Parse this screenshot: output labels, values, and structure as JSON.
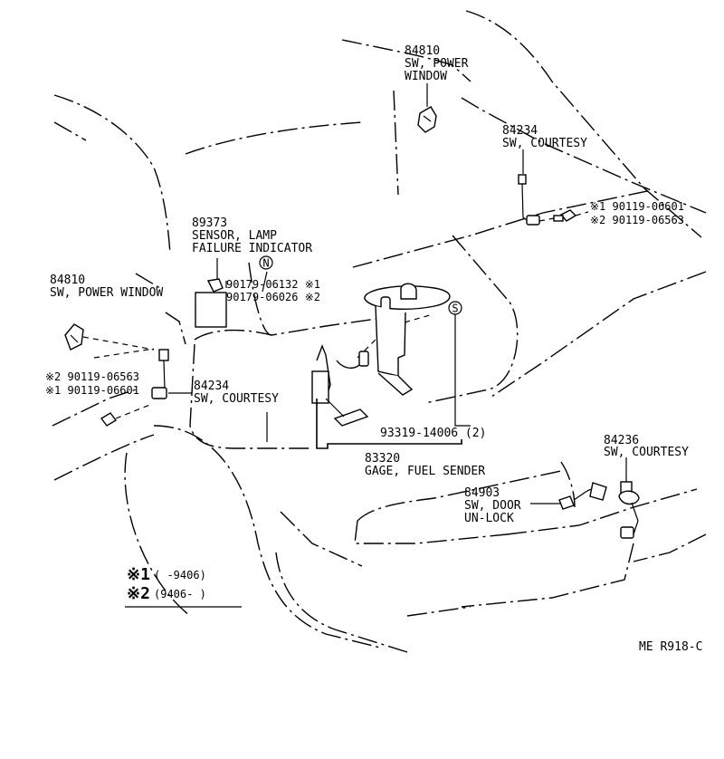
{
  "labels": {
    "pw_top_no": "84810",
    "pw_top_l1": "SW, POWER",
    "pw_top_l2": "WINDOW",
    "court_top_no": "84234",
    "court_top_name": "SW, COURTESY",
    "bolt_r1": "※1 90119-06601",
    "bolt_r2": "※2 90119-06563",
    "sensor_no": "89373",
    "sensor_l1": "SENSOR, LAMP",
    "sensor_l2": "FAILURE INDICATOR",
    "sensor_n_mark": "N",
    "sensor_p1": "90179-06132 ※1",
    "sensor_p2": "90179-06026 ※2",
    "pw_left_no": "84810",
    "pw_left_name": "SW, POWER WINDOW",
    "bolt_l2": "※2 90119-06563",
    "bolt_l1": "※1 90119-06601",
    "court_left_no": "84234",
    "court_left_name": "SW, COURTESY",
    "s_mark": "S",
    "gasket": "93319-14006 (2)",
    "gage_no": "83320",
    "gage_name": "GAGE, FUEL SENDER",
    "unlock_no": "84903",
    "unlock_l1": "SW, DOOR",
    "unlock_l2": "UN-LOCK",
    "court_rb_no": "84236",
    "court_rb_name": "SW, COURTESY",
    "legend_1_mark": "※1",
    "legend_1_range": "(        -9406)",
    "legend_2_mark": "※2",
    "legend_2_range": "(9406-        )",
    "code": "ME  R918-C"
  }
}
